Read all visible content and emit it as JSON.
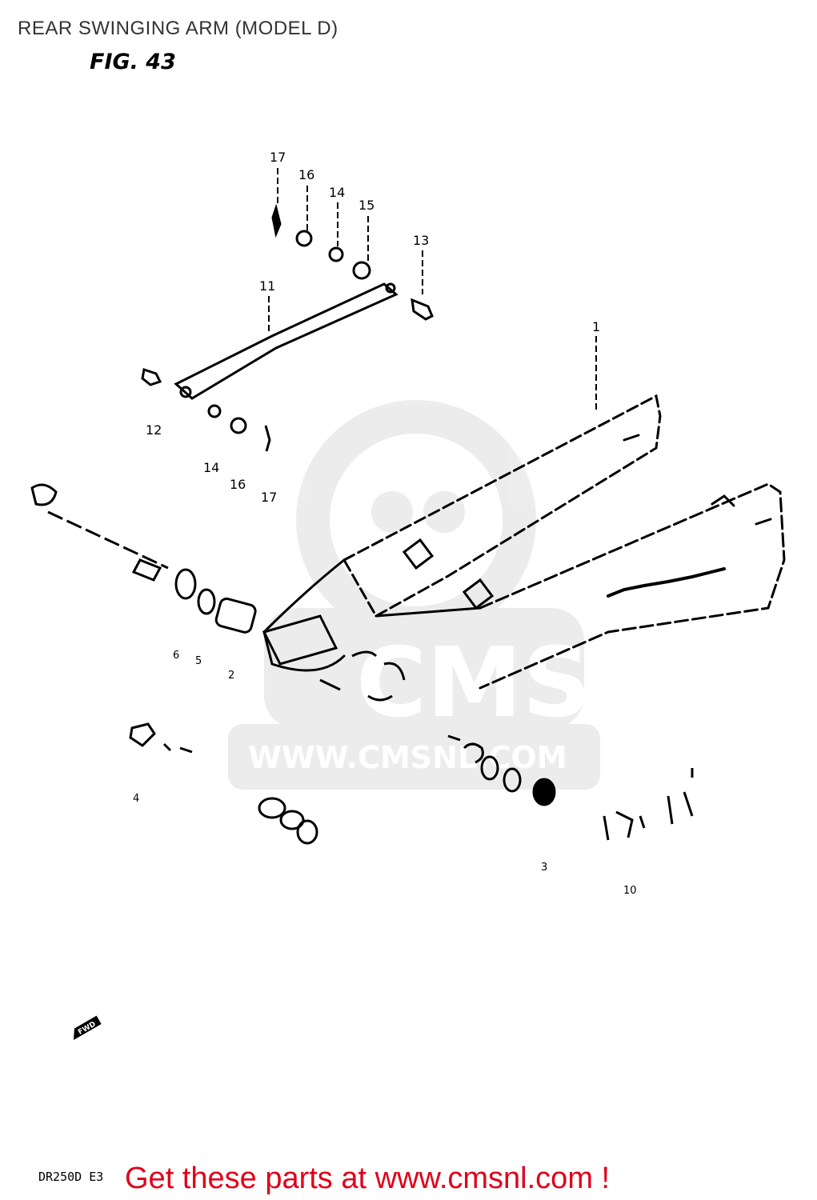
{
  "title": "REAR SWINGING ARM (MODEL D)",
  "figure_label": "FIG. 43",
  "callouts": {
    "c1": "1",
    "c2": "2",
    "c3": "3",
    "c4": "4",
    "c5": "5",
    "c6": "6",
    "c10": "10",
    "c11": "11",
    "c12": "12",
    "c13": "13",
    "c14": "14",
    "c14b": "14",
    "c15": "15",
    "c16": "16",
    "c16b": "16",
    "c17": "17",
    "c17b": "17"
  },
  "watermark": {
    "logo_text": "CMS",
    "url_text": "WWW.CMSNL.COM"
  },
  "fwd_marker": "FWD",
  "footer": {
    "model_code": "DR250D E3",
    "cta": "Get these parts at www.cmsnl.com !",
    "cta_color": "#e0001b"
  }
}
